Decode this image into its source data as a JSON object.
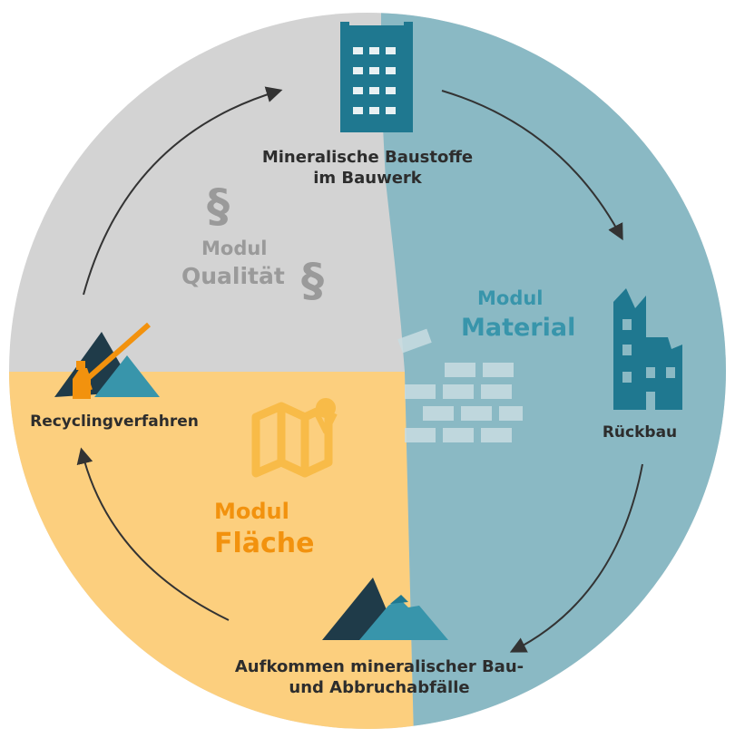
{
  "colors": {
    "grey_sector": "#d3d3d3",
    "teal_sector": "#8ab9c4",
    "yellow_sector": "#fccf7e",
    "dark_teal": "#1f7890",
    "mid_teal": "#3895ab",
    "dark_slate": "#1f3b49",
    "orange": "#f2920e",
    "grey_text": "#9a9a9a",
    "arrow": "#333333"
  },
  "nodes": {
    "building": "Mineralische Baustoffe im Bauwerk",
    "building_line1": "Mineralische Baustoffe",
    "building_line2": "im Bauwerk",
    "demolition": "Rückbau",
    "waste_line1": "Aufkommen mineralischer Bau-",
    "waste_line2": "und Abbruchabfälle",
    "recycling": "Recyclingverfahren"
  },
  "modules": {
    "quality": {
      "word": "Modul",
      "name": "Qualität",
      "symbol": "§"
    },
    "material": {
      "word": "Modul",
      "name": "Material"
    },
    "area": {
      "word": "Modul",
      "name": "Fläche"
    }
  },
  "icons": {
    "building": "office-building-icon",
    "demolition": "ruined-building-icon",
    "waste": "rubble-pile-icon",
    "recycling": "crusher-machine-icon",
    "quality": "paragraph-icon",
    "material": "brick-wall-icon",
    "area": "map-pin-icon"
  }
}
